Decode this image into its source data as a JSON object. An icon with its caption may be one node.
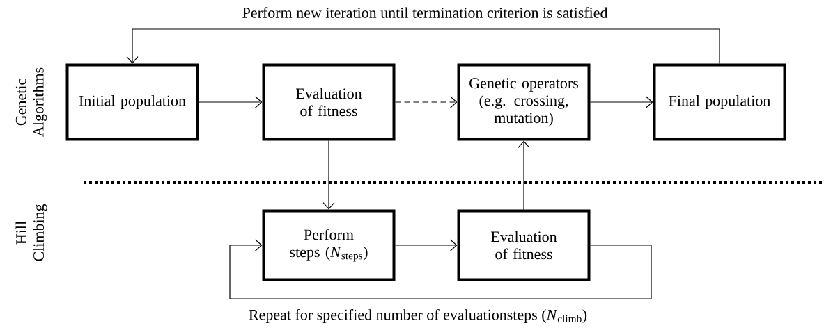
{
  "diagram": {
    "nodes": [
      {
        "text": [
          "Initial population"
        ]
      },
      {
        "text": [
          "Evaluation of fitness"
        ]
      },
      {
        "text": [
          "Genetic operators (e.g. crossing, mutation)"
        ]
      },
      {
        "text": [
          "Final population"
        ]
      },
      {
        "text": [
          "Perform steps (*N*$_{steps}$)"
        ]
      },
      {
        "text": [
          "Evaluation of fitness"
        ]
      }
    ],
    "edges": [
      {
        "from": 0,
        "to": 1,
        "arrow": "to"
      },
      {
        "from": 1,
        "to": 2,
        "arrow": "to",
        "style": "dashed"
      },
      {
        "from": 2,
        "to": 3,
        "arrow": "to"
      },
      {
        "from": 3,
        "to": 0,
        "arrow": "to",
        "label": "Perform new iteration until termination criterion is satisfied"
      },
      {
        "from": 1,
        "to": 4,
        "arrow": "to"
      },
      {
        "from": 5,
        "to": 2,
        "arrow": "to"
      },
      {
        "from": 4,
        "to": 5,
        "arrow": "to"
      },
      {
        "from": 5,
        "to": 4,
        "arrow": "to",
        "label": "Repeat for specified number of evaluationsteps (*N*$_{climb}$)"
      }
    ],
    "labels": [
      "Genetic Algorithms",
      "Hill Climbing"
    ]
  }
}
